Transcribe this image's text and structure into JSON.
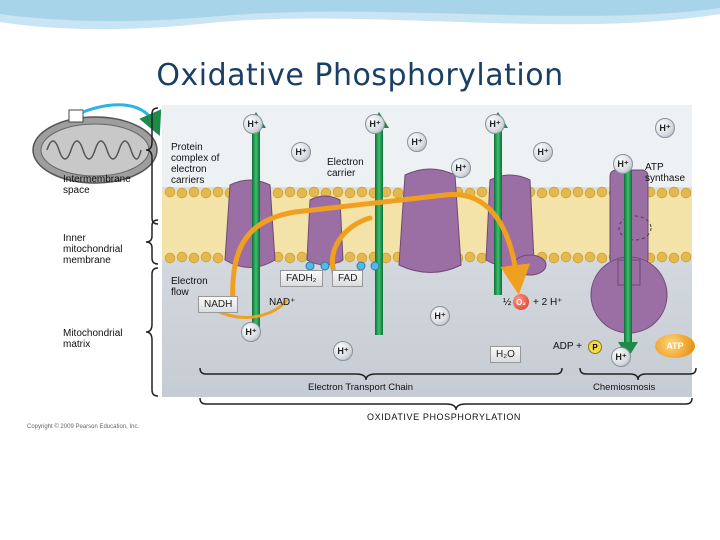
{
  "slide": {
    "title": "Oxidative Phosphorylation"
  },
  "labels": {
    "intermembrane_space": "Intermembrane space",
    "inner_membrane": "Inner mitochondrial membrane",
    "matrix": "Mitochondrial matrix",
    "protein_complex": "Protein complex of electron carriers",
    "electron_carrier": "Electron carrier",
    "electron_flow": "Electron flow",
    "atp_synthase": "ATP synthase",
    "nadh": "NADH",
    "nad_plus": "NAD⁺",
    "fadh2": "FADH₂",
    "fad": "FAD",
    "half": "½",
    "o2": "O₂",
    "plus_2h": "+ 2 H⁺",
    "h2o": "H₂O",
    "adp_plus": "ADP +",
    "p": "P",
    "atp": "ATP",
    "etc": "Electron Transport Chain",
    "chemiosmosis": "Chemiosmosis",
    "oxphos": "OXIDATIVE PHOSPHORYLATION"
  },
  "ions": {
    "h_plus": "H⁺"
  },
  "copyright": "Copyright © 2009 Pearson Education, Inc.",
  "colors": {
    "title": "#1a3f66",
    "proton_arrow": "#1e8a4a",
    "electron_flow": "#f0a020",
    "membrane_head": "#e8c468",
    "membrane_tail": "#f4e2a6",
    "protein": "#9b6fa3",
    "matrix": "#cfd5db",
    "intermembrane": "#e6eaee"
  }
}
